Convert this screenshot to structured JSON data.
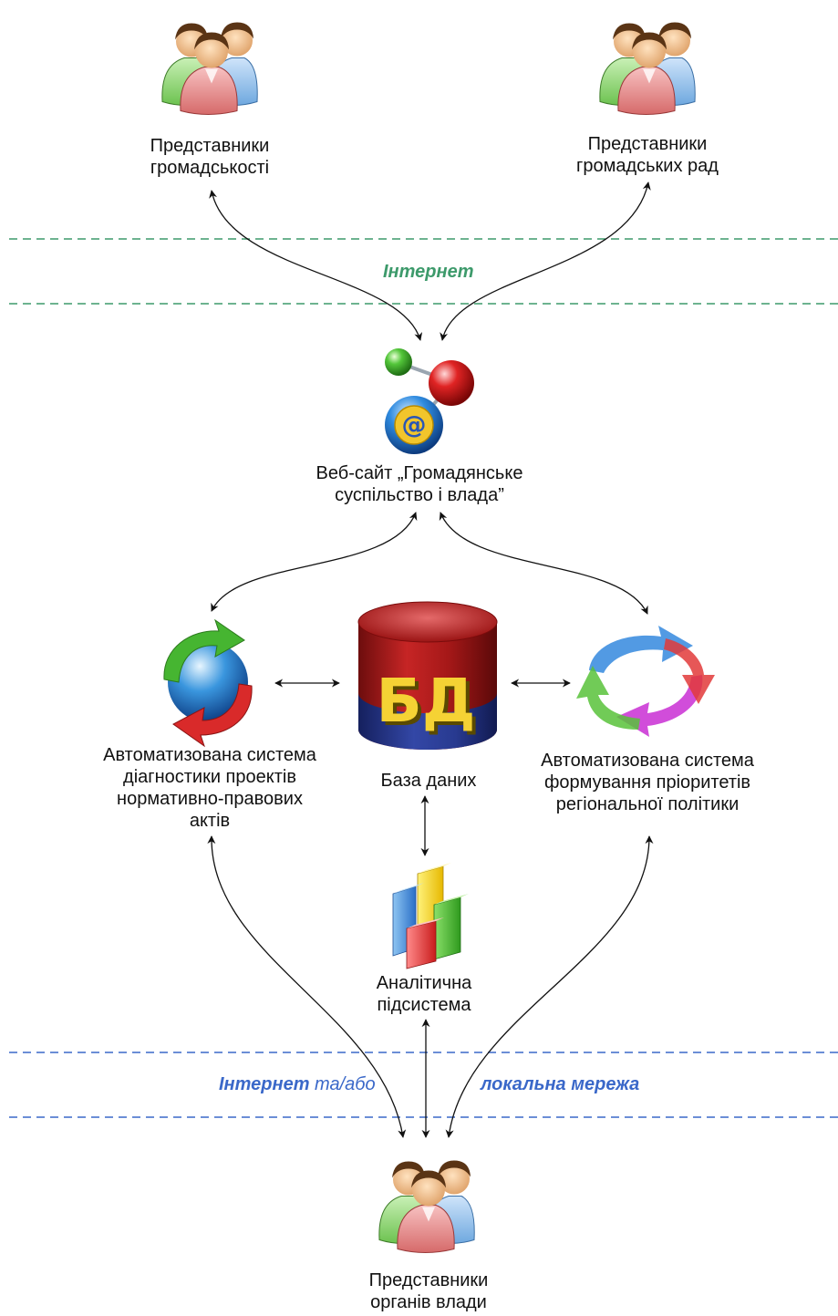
{
  "nodes": {
    "public_reps": {
      "line1": "Представники",
      "line2": "громадськості"
    },
    "council_reps": {
      "line1": "Представники",
      "line2": "громадських рад"
    },
    "website": {
      "line1": "Веб-сайт „Громадянське",
      "line2": "суспільство і влада”",
      "icon": "website-molecule-at-icon"
    },
    "left_system": {
      "line1": "Автоматизована система",
      "line2": "діагностики проектів",
      "line3": "нормативно-правових",
      "line4": "актів",
      "icon": "sync-arrows-globe-icon"
    },
    "database": {
      "label": "База даних",
      "icon_text": "БД",
      "icon": "database-cylinder-icon"
    },
    "right_system": {
      "line1": "Автоматизована система",
      "line2": "формування пріоритетів",
      "line3": "регіональної політики",
      "icon": "circular-arrows-icon"
    },
    "analytics": {
      "line1": "Аналітична",
      "line2": "підсистема",
      "icon": "bar-chart-icon"
    },
    "authority_reps": {
      "line1": "Представники",
      "line2": "органів влади"
    }
  },
  "bands": {
    "internet_top": {
      "label": "Інтернет",
      "color": "#3d9a6b"
    },
    "internet_bottom": {
      "left_bold": "Інтернет",
      "left_rest": " та/або",
      "right_bold": "локальна мережа",
      "color": "#3a68c9"
    }
  },
  "colors": {
    "arrow": "#111111",
    "text": "#111111"
  }
}
